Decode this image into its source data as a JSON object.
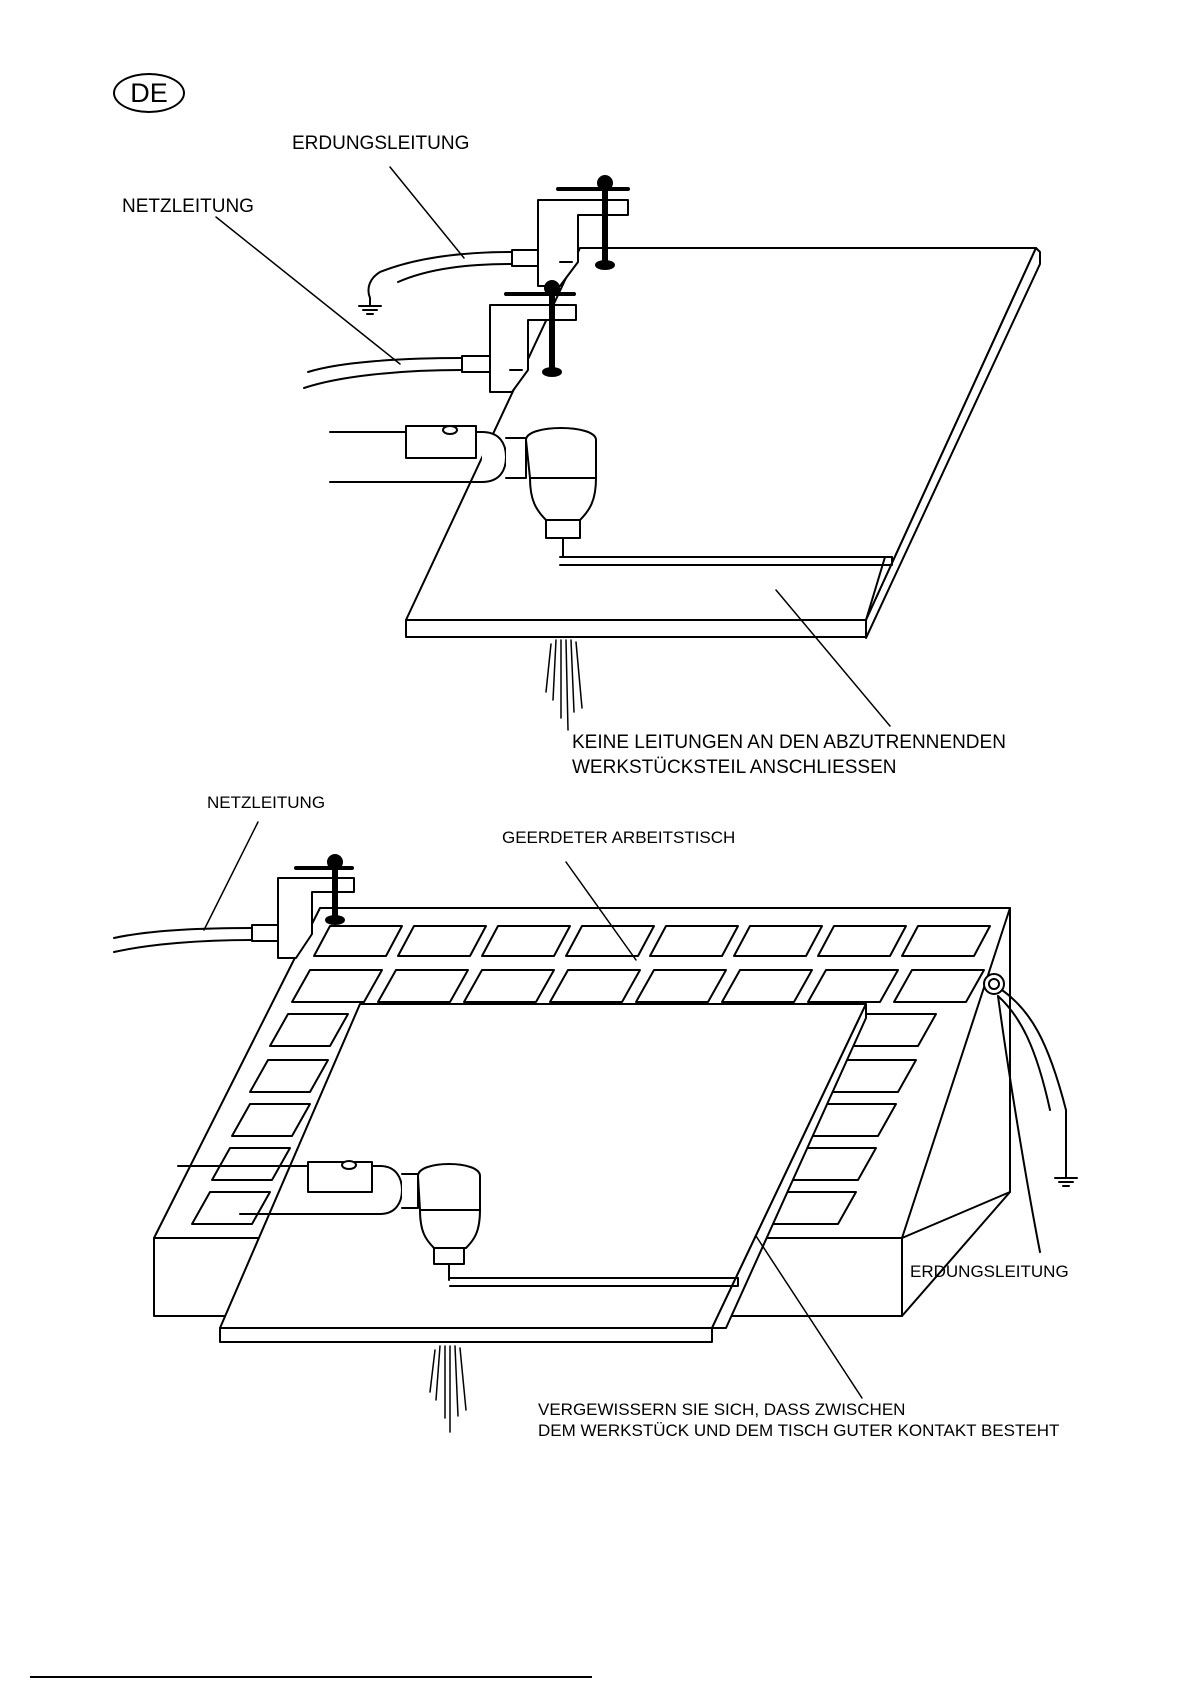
{
  "badge": {
    "language": "DE"
  },
  "top_figure": {
    "ground_cable_label": "ERDUNGSLEITUNG",
    "mains_cable_label": "NETZLEITUNG",
    "warning_line_1": "KEINE LEITUNGEN AN DEN ABZUTRENNENDEN",
    "warning_line_2": "WERKSTÜCKSTEIL  ANSCHLIESSEN"
  },
  "bottom_figure": {
    "mains_cable_label": "NETZLEITUNG",
    "table_label": "GEERDETER ARBEITSTISCH",
    "ground_cable_label": "ERDUNGSLEITUNG",
    "note_line_1": "VERGEWISSERN SIE SICH, DASS ZWISCHEN",
    "note_line_2": "DEM WERKSTÜCK UND DEM TISCH GUTER KONTAKT BESTEHT"
  },
  "icons": {
    "ground_symbol": "ground-symbol-icon",
    "clamp": "c-clamp-icon",
    "torch": "plasma-torch-icon"
  }
}
